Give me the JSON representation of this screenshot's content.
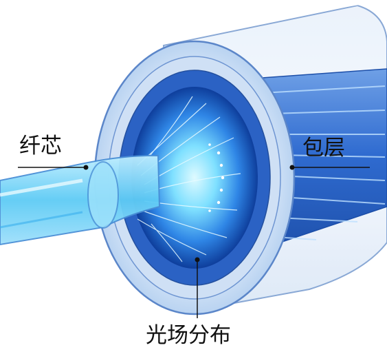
{
  "labels": {
    "core": "纤芯",
    "cladding": "包层",
    "field": "光场分布"
  },
  "colors": {
    "outline": "#5b86c9",
    "jacket": "#dfe9f7",
    "cladding_ring": "#9ec4ef",
    "inner_sleeve": "#2f6fd0",
    "core_glow": "#79dcff",
    "leader": "#111111"
  }
}
